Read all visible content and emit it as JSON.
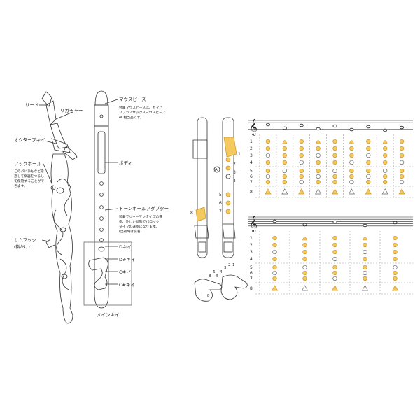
{
  "left_diagram": {
    "labels": {
      "reed": "リード",
      "ligature": "リガチャー",
      "octave_key": "オクタープキイ",
      "hook_hole": "フックホール",
      "hook_hole_note_1": "このパにひもなどを",
      "hook_hole_note_2": "通して楽器をつるし",
      "hook_hole_note_3": "て保管することがで",
      "hook_hole_note_4": "きます。",
      "thumb_hook": "サムフック",
      "thumb_hook_sub": "(指かけ)",
      "mouthpiece": "マウスピース",
      "mouthpiece_note_1": "付属マウスピースは、ヤマハ",
      "mouthpiece_note_2": "ソプラノサックスマウスピース",
      "mouthpiece_note_3": "4C相当品です。",
      "body": "ボディ",
      "tone_hole_adapter": "トーンホールアダプター",
      "adapter_note_1": "装着でジャーマンタイプの運",
      "adapter_note_2": "指、外した状態でバロック",
      "adapter_note_3": "タイプの運指になります。",
      "adapter_note_4": "(出荷時は装着)",
      "d_key": "Dキイ",
      "dsharp_key": "D#キイ",
      "c_key": "Cキイ",
      "csharp_key": "C#キイ",
      "main_key": "メインキイ"
    }
  },
  "middle_diagram": {
    "hole_numbers": [
      "1",
      "2",
      "3",
      "4",
      "5",
      "6",
      "7"
    ],
    "thumb_number": "8",
    "thumb_marker": "A",
    "hand_numbers": [
      "8",
      "6",
      "5",
      "4",
      "3",
      "2",
      "1"
    ]
  },
  "fingering_chart": {
    "row_numbers": [
      "1",
      "2",
      "3",
      "4",
      "5",
      "6",
      "7",
      "8"
    ],
    "top_columns": 9,
    "bottom_columns": 5,
    "colors": {
      "gold": "#f4c95d",
      "gold_dark": "#c9952c",
      "open": "#ffffff",
      "staff": "#222222"
    }
  }
}
